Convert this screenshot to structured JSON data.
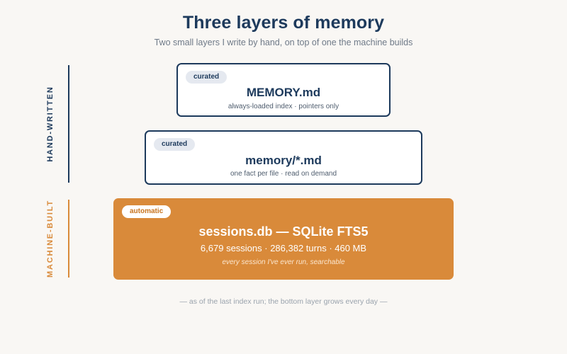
{
  "header": {
    "title": "Three layers of memory",
    "subtitle": "Two small layers I write by hand, on top of one the machine builds"
  },
  "groups": {
    "hand_written": "HAND-WRITTEN",
    "machine_built": "MACHINE-BUILT"
  },
  "layers": [
    {
      "badge": "curated",
      "name": "MEMORY.md",
      "description": "always-loaded index · pointers only"
    },
    {
      "badge": "curated",
      "name": "memory/*.md",
      "description": "one fact per file · read on demand"
    },
    {
      "badge": "automatic",
      "name": "sessions.db — SQLite FTS5",
      "stats": "6,679 sessions · 286,382 turns · 460 MB",
      "note": "every session I've ever run, searchable"
    }
  ],
  "footnote": "— as of the last index run; the bottom layer grows every day —",
  "colors": {
    "navy": "#1d3a5c",
    "orange": "#d98a3a",
    "background": "#f9f7f4"
  }
}
